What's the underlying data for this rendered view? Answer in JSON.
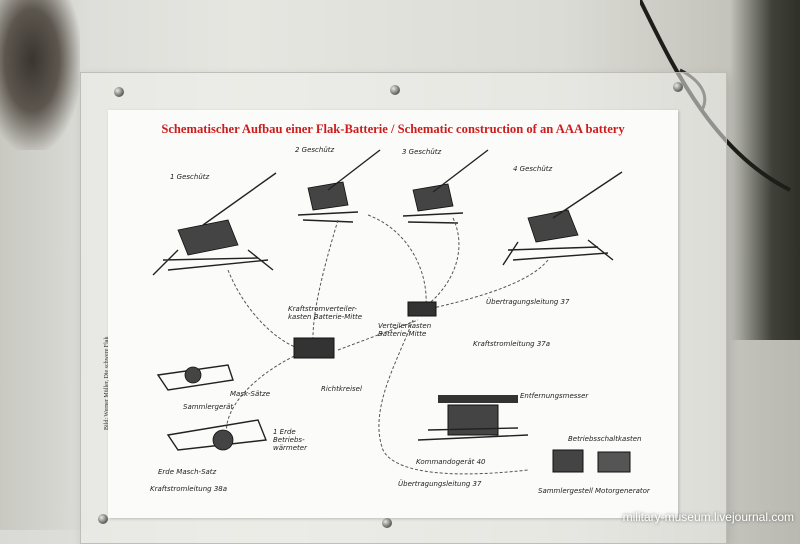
{
  "poster": {
    "title": "Schematischer Aufbau einer Flak-Batterie / Schematic construction of an AAA battery",
    "credit": "Bild: Werner Müller, Die schwere Flak",
    "labels": {
      "gun1": "1 Geschütz",
      "gun2": "2 Geschütz",
      "gun3": "3 Geschütz",
      "gun4": "4 Geschütz",
      "transmission_top": "Übertragungsleitung 37",
      "distributor_box": "Verteilerkasten Batterie-Mitte",
      "power_distributor": "Kraftstromverteiler-kasten Batterie-Mitte",
      "power_line": "Kraftstromleitung 37a",
      "directional": "Richtkreisel",
      "rangefinder": "Entfernungsmesser",
      "mask_set": "Mask-Sätze",
      "collector": "Sammlergerät",
      "command_device": "Kommandogerät 40",
      "generator_label": "Betriebsschaltkasten",
      "collector_frame": "Sammlergestell",
      "motor_generator": "Motorgenerator",
      "transmission_bottom": "Übertragungsleitung 37",
      "power_line_bottom": "Kraftstromleitung 38a",
      "ground_mask": "Erde Masch-Satz",
      "one_unit": "1 Erde Betriebs-wärmeter"
    }
  },
  "watermark": "military-museum.livejournal.com",
  "colors": {
    "title": "#cc1c1c",
    "paper": "#fbfbf9"
  }
}
